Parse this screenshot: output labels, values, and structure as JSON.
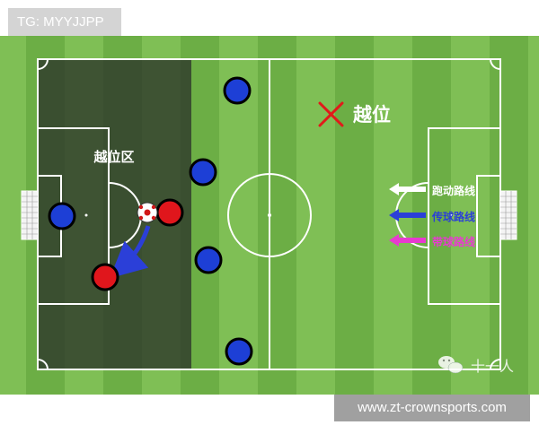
{
  "top_tag": "TG: MYYJJPP",
  "bottom_tag": "www.zt-crownsports.com",
  "offside_zone_label": "越位区",
  "offside_mark_label": "越位",
  "legend": [
    {
      "label": "跑动路线",
      "color": "#ffffff"
    },
    {
      "label": "传球路线",
      "color": "#2b3fd8"
    },
    {
      "label": "带球路线",
      "color": "#e83ad0"
    }
  ],
  "watermark": "十一人",
  "colors": {
    "pitch_light": "#7fbf55",
    "pitch_dark": "#6cae45",
    "offside_zone": "#2f3a2c",
    "blue_player": "#1d3fd6",
    "red_player": "#e0161c",
    "offside_x": "#e11a1a"
  }
}
